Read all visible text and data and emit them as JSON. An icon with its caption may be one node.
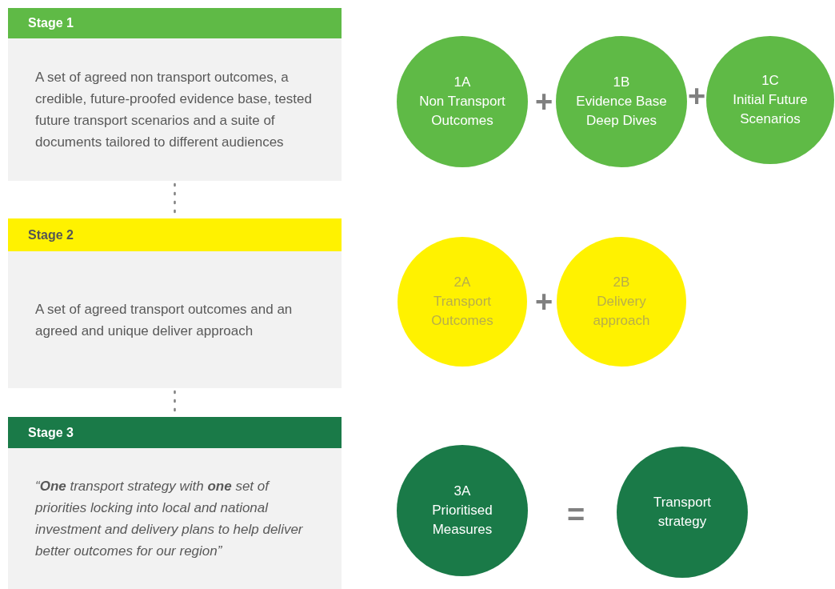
{
  "diagram": {
    "nodes": [
      {
        "text": [
          "Stage 1",
          "A set of agreed non transport outcomes, a credible, future-proofed evidence base, tested future transport scenarios and a suite of documents tailored to different audiences"
        ]
      },
      {
        "text": [
          "Stage 2",
          "A set of agreed transport outcomes and an agreed and unique deliver approach"
        ]
      },
      {
        "text": [
          "Stage 3",
          "“**One** transport strategy with **one** set of priorities locking into local and national investment and delivery plans to help deliver better outcomes for our region”"
        ]
      },
      {
        "text": [
          "1A",
          "Non Transport Outcomes"
        ]
      },
      {
        "text": [
          "1B",
          "Evidence Base Deep Dives"
        ]
      },
      {
        "text": [
          "1C",
          "Initial Future Scenarios"
        ]
      },
      {
        "text": [
          "2A",
          "Transport Outcomes"
        ]
      },
      {
        "text": [
          "2B",
          "Delivery approach"
        ]
      },
      {
        "text": [
          "3A",
          "Prioritised Measures"
        ]
      },
      {
        "text": [
          "Transport strategy"
        ]
      }
    ],
    "edges": [
      {
        "from": 0,
        "to": 1,
        "arrow": "none",
        "style": "dashed"
      },
      {
        "from": 1,
        "to": 2,
        "arrow": "none",
        "style": "dashed"
      }
    ],
    "labels": [
      "+",
      "+",
      "+",
      "="
    ]
  }
}
